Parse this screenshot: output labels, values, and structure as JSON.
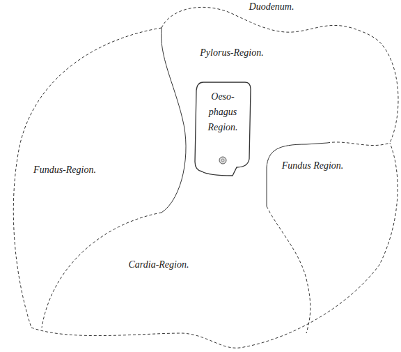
{
  "diagram": {
    "nodes": [
      {
        "text": [
          "Pylorus-Region."
        ]
      },
      {
        "text": [
          "Fundus-Region."
        ]
      },
      {
        "text": [
          "Oeso- phagus Region."
        ]
      },
      {
        "text": [
          "Fundus Region."
        ]
      },
      {
        "text": [
          "Cardia-Region."
        ]
      }
    ],
    "labels": [
      "Duodenum."
    ]
  }
}
